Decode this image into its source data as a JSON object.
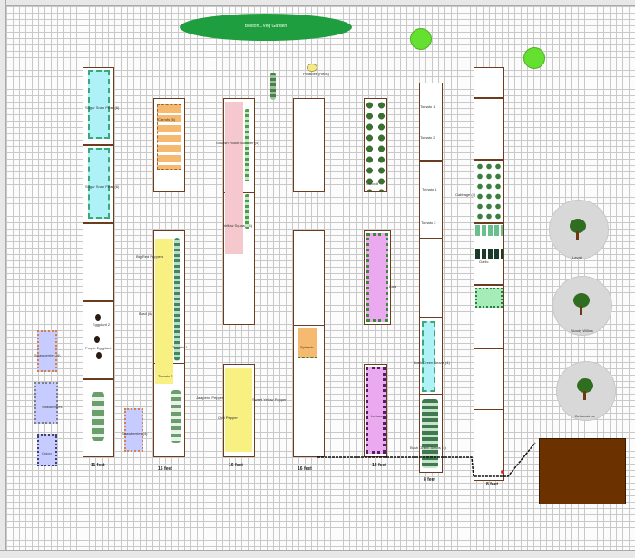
{
  "title": "Boston...Veg Garden",
  "beds": [
    {
      "id": "bed-1",
      "label": "11 feet"
    },
    {
      "id": "bed-2",
      "label": "16 feet"
    },
    {
      "id": "bed-3",
      "label": "16 feet"
    },
    {
      "id": "bed-4",
      "label": "16 feet"
    },
    {
      "id": "bed-5",
      "label": "15 feet"
    },
    {
      "id": "bed-6",
      "label": "8 feet"
    },
    {
      "id": "bed-7",
      "label": "8 feet"
    }
  ],
  "plant_labels": {
    "sugar_snap_1": "Sugar Snap Peas (6)",
    "sugar_snap_2": "Sugar Snap Peas (6)",
    "eggplant_1": "Eggplant 2",
    "eggplant_2": "Purple Eggplant",
    "strawberry_a": "Strawberries (4)",
    "strawberry_b": "Strawberries",
    "strawberry_c": "Strawberries (4)",
    "cucumber_1": "Cucumber",
    "carrots": "Carrots (6)",
    "red_peppers": "Big Red Peppers",
    "basil": "Basil (6)",
    "squash_1": "Squash Pickle Summer (4)",
    "squash_2": "Yellow Squash (4)",
    "jalapeno": "Jalapeno Pepper",
    "sweet_pepper": "Sweet Yellow Pepper",
    "chili": "Chili Pepper",
    "potatoes": "Potatoes (Reds)",
    "broccoli": "Broccoli",
    "kale": "Kale",
    "cabbage": "Cabbage (4)",
    "green_beans_1": "Bush Green Beans (4)",
    "green_beans_2": "Bush Green Beans (4)",
    "lettuce": "Lettuce",
    "spinach": "Spinach",
    "garlic": "Garlic",
    "onion": "Onion",
    "tomato_1": "Tomato 1",
    "tomato_2": "Tomato 2",
    "apple_tree": "Lavalt",
    "cherry_tree": "Bloody Willow",
    "pear_tree": "Bellaruzinne"
  }
}
